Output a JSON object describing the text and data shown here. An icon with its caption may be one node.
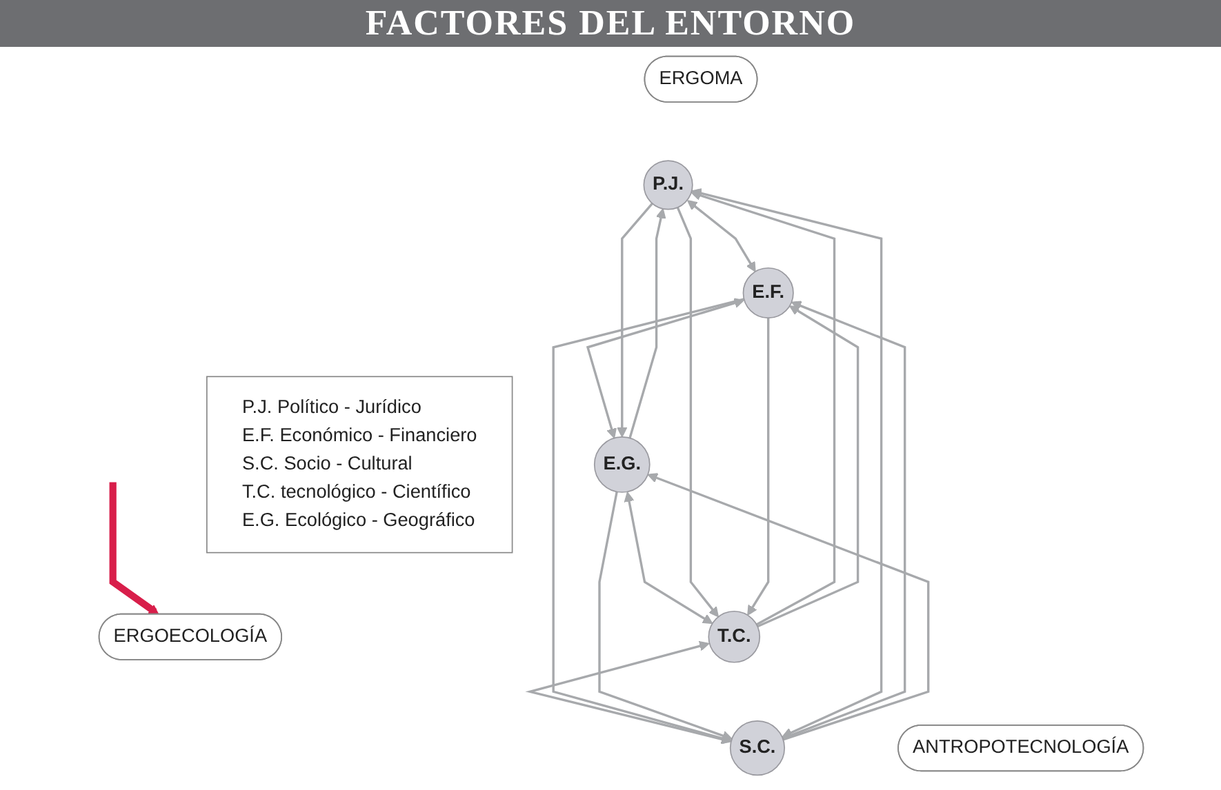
{
  "diagram": {
    "title": "FACTORES DEL ENTORNO",
    "nodes": [
      {
        "text": [
          "ERGOMA"
        ]
      },
      {
        "text": [
          "P.J."
        ]
      },
      {
        "text": [
          "E.F."
        ]
      },
      {
        "text": [
          "P.J. Político - Jurídico",
          "E.F. Económico - Financiero",
          "S.C. Socio - Cultural",
          "T.C. tecnológico - Científico",
          "E.G. Ecológico - Geográfico"
        ]
      },
      {
        "text": [
          "S.C."
        ]
      },
      {
        "text": [
          "E.G."
        ]
      },
      {
        "text": [
          "ERGOECOLOGÍA"
        ]
      },
      {
        "text": [
          "T.C."
        ]
      },
      {
        "text": [
          "ANTROPOTECNOLOGÍA"
        ]
      }
    ],
    "edges": [
      {
        "from": 1,
        "to": 2,
        "arrow": "both"
      },
      {
        "from": 2,
        "to": 5,
        "arrow": "both"
      },
      {
        "from": 5,
        "to": 7,
        "arrow": "both"
      },
      {
        "from": 7,
        "to": 4,
        "arrow": "both"
      },
      {
        "from": 4,
        "to": 1,
        "arrow": "both"
      },
      {
        "from": 1,
        "to": 7,
        "arrow": "to"
      },
      {
        "from": 7,
        "to": 1,
        "arrow": "to"
      },
      {
        "from": 2,
        "to": 7,
        "arrow": "to"
      },
      {
        "from": 7,
        "to": 2,
        "arrow": "to"
      },
      {
        "from": 1,
        "to": 5,
        "arrow": "to"
      },
      {
        "from": 5,
        "to": 1,
        "arrow": "to"
      },
      {
        "from": 2,
        "to": 4,
        "arrow": "to"
      },
      {
        "from": 4,
        "to": 2,
        "arrow": "to"
      },
      {
        "from": 4,
        "to": 5,
        "arrow": "to"
      },
      {
        "from": 5,
        "to": 4,
        "arrow": "to"
      },
      {
        "from": null,
        "to": 6,
        "arrow": "to",
        "style": "thick",
        "color": "#d81e4a"
      }
    ]
  }
}
